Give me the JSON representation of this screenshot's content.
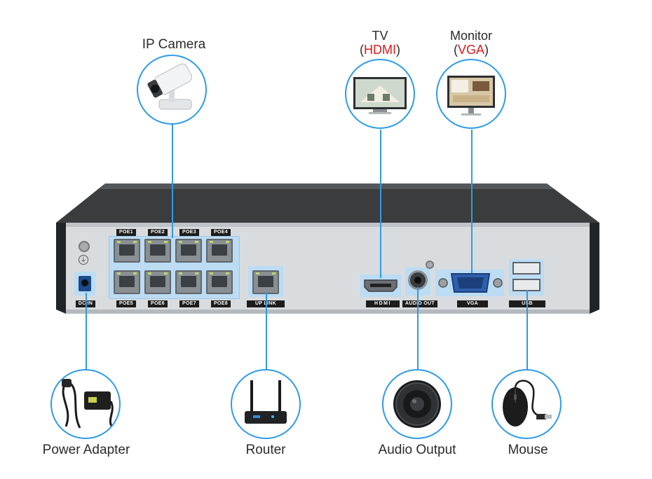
{
  "devices": {
    "ip_camera": "IP Camera",
    "tv": "TV",
    "tv_port": "HDMI",
    "monitor": "Monitor",
    "monitor_port": "VGA",
    "power_adapter": "Power Adapter",
    "router": "Router",
    "audio_output": "Audio Output",
    "mouse": "Mouse"
  },
  "panel": {
    "poe_top": [
      "POE1",
      "POE2",
      "POE3",
      "POE4"
    ],
    "poe_bottom": [
      "POE5",
      "POE6",
      "POE7",
      "POE8"
    ],
    "dc_in": "DC IN",
    "uplink": "UP LINK",
    "hdmi": "HDMI",
    "audio_out": "AUDIO OUT",
    "vga": "VGA",
    "usb": "USB"
  },
  "colors": {
    "connector_line": "#2e9be6",
    "port_highlight": "#bcdcf4",
    "accent_red": "#e01818",
    "chassis": "#2f3133",
    "panel": "#d7dadd"
  }
}
